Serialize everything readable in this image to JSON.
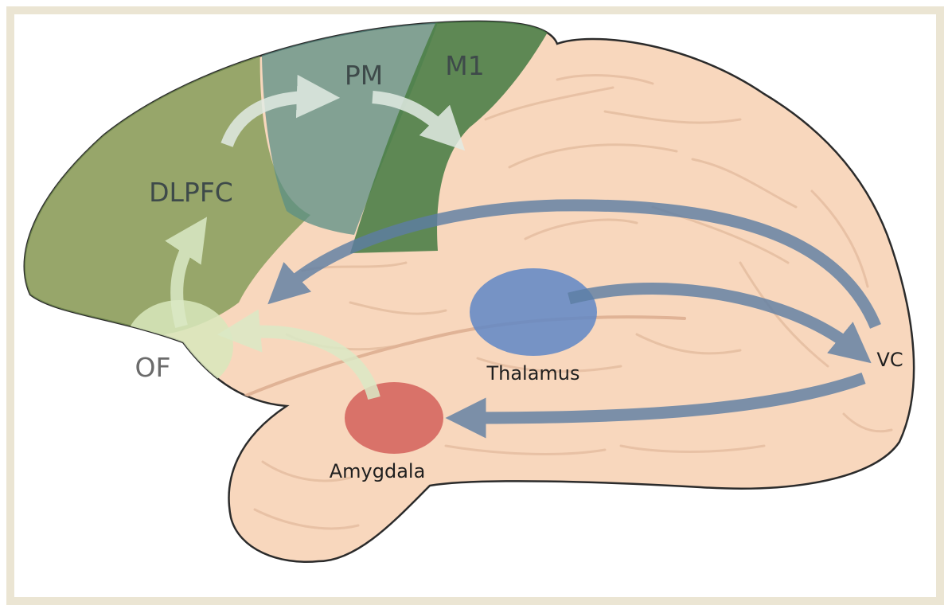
{
  "diagram": {
    "regions": {
      "dlpfc": {
        "label": "DLPFC",
        "color": "#7e9a55"
      },
      "pm": {
        "label": "PM",
        "color": "#5b8f85"
      },
      "m1": {
        "label": "M1",
        "color": "#4d8048"
      },
      "of": {
        "label": "OF",
        "color": "#d8e8bc"
      },
      "thalamus": {
        "label": "Thalamus",
        "color": "#5f87c7"
      },
      "amygdala": {
        "label": "Amygdala",
        "color": "#d4605b"
      },
      "vc": {
        "label": "VC"
      }
    },
    "colors": {
      "brain": "#f8d7bd",
      "outline": "#2b2b2b",
      "blue_arrow": "#5d7ea4",
      "green_arrow": "#dbe9c6",
      "light_arrow": "#e2ebe4"
    }
  }
}
